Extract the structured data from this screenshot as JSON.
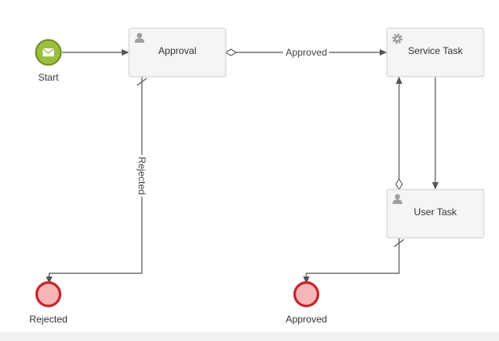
{
  "diagram": {
    "start_event": {
      "label": "Start",
      "icon": "envelope-icon",
      "color": "#9abf3d",
      "stroke": "#6b8e23"
    },
    "tasks": {
      "approval": {
        "label": "Approval",
        "icon": "user-icon"
      },
      "service_task": {
        "label": "Service Task",
        "icon": "gear-icon"
      },
      "user_task": {
        "label": "User Task",
        "icon": "user-icon"
      }
    },
    "end_events": {
      "rejected": {
        "label": "Rejected",
        "fill": "#f4b6b6",
        "stroke": "#c8262c"
      },
      "approved": {
        "label": "Approved",
        "fill": "#f4b6b6",
        "stroke": "#c8262c"
      }
    },
    "flows": {
      "approved_flow": {
        "label": "Approved"
      },
      "rejected_flow": {
        "label": "Rejected"
      }
    },
    "colors": {
      "task_fill": "#f5f5f5",
      "task_stroke": "#d6d6d6",
      "flow_stroke": "#555555",
      "icon_color": "#9e9e9e"
    }
  }
}
